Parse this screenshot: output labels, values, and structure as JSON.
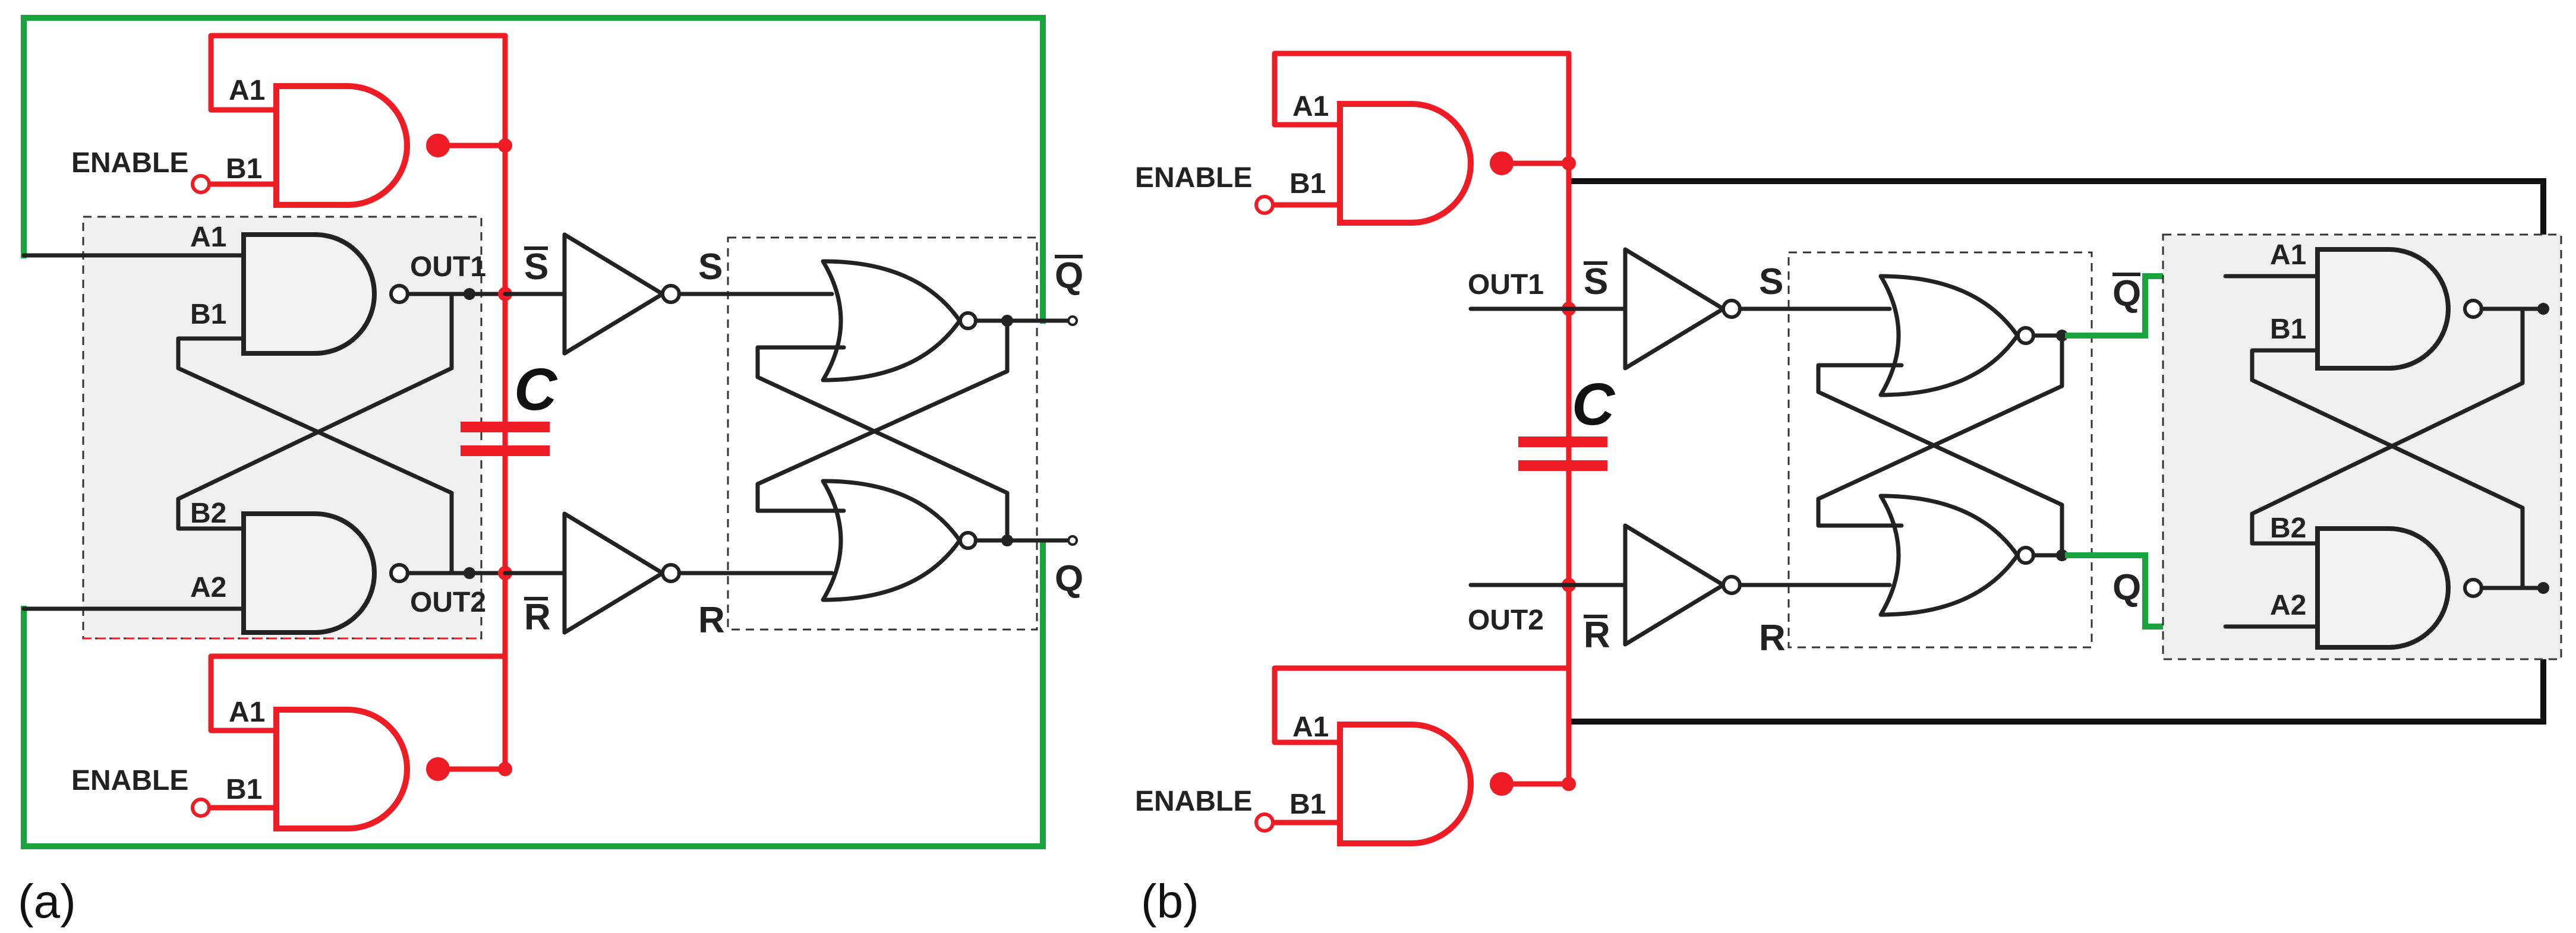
{
  "panels": {
    "a": {
      "label": "(a)",
      "enable_top": "ENABLE",
      "enable_bottom": "ENABLE",
      "nand_top": {
        "a": "A1",
        "b": "B1"
      },
      "nand_bottom": {
        "a": "A1",
        "b": "B1"
      },
      "latch": {
        "a1": "A1",
        "b1": "B1",
        "b2": "B2",
        "a2": "A2",
        "out1": "OUT1",
        "out2": "OUT2"
      },
      "s_bar": "S",
      "r_bar": "R",
      "s": "S",
      "r": "R",
      "cap": "C",
      "q_bar": "Q",
      "q": "Q"
    },
    "b": {
      "label": "(b)",
      "enable_top": "ENABLE",
      "enable_bottom": "ENABLE",
      "nand_top": {
        "a": "A1",
        "b": "B1"
      },
      "nand_bottom": {
        "a": "A1",
        "b": "B1"
      },
      "out1": "OUT1",
      "out2": "OUT2",
      "s_bar": "S",
      "r_bar": "R",
      "s": "S",
      "r": "R",
      "cap": "C",
      "q_bar": "Q",
      "q": "Q",
      "latch": {
        "a1": "A1",
        "b1": "B1",
        "b2": "B2",
        "a2": "A2"
      }
    }
  },
  "colors": {
    "enable_path": "#ee1c24",
    "feedback": "#1aa33f",
    "wire": "#222222"
  }
}
